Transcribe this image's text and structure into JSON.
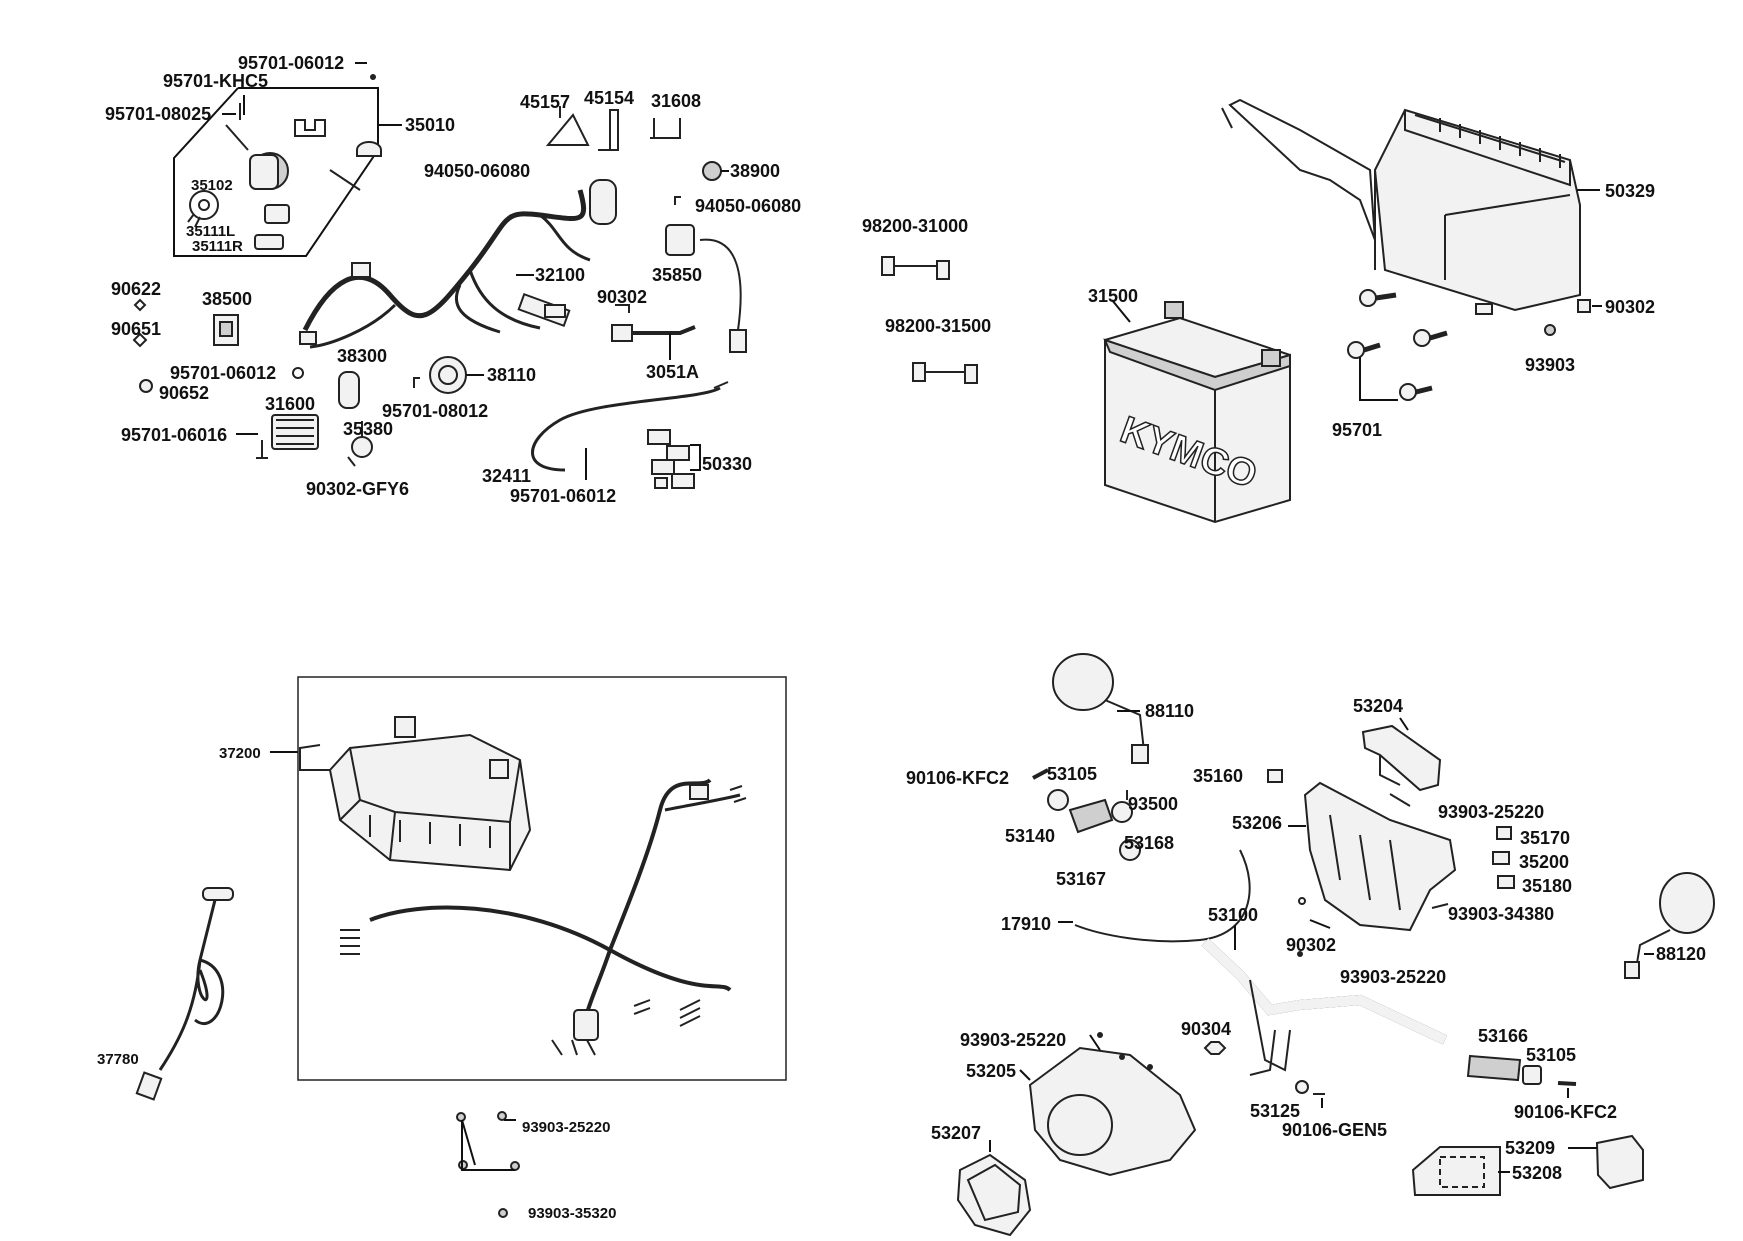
{
  "diagram": {
    "part_numbers": [
      "95701-06012",
      "95701-KHC5",
      "95701-08025",
      "35010",
      "35102",
      "35111L",
      "35111R",
      "45157",
      "45154",
      "31608",
      "94050-06080",
      "38900",
      "94050-06080",
      "32100",
      "35850",
      "90622",
      "38500",
      "90651",
      "90302",
      "3051A",
      "95701-06012",
      "38300",
      "38110",
      "90652",
      "31600",
      "95701-08012",
      "35380",
      "95701-06016",
      "90302-GFY6",
      "32411",
      "95701-06012",
      "50330",
      "98200-31000",
      "98200-31500",
      "50329",
      "31500",
      "90302",
      "93903",
      "95701",
      "37200",
      "37780",
      "93903-25220",
      "93903-35320",
      "88110",
      "53204",
      "90106-KFC2",
      "53105",
      "35160",
      "93500",
      "93903-25220",
      "53140",
      "53168",
      "53206",
      "35170",
      "35200",
      "53167",
      "35180",
      "17910",
      "93903-34380",
      "53100",
      "90302",
      "88120",
      "93903-25220",
      "93903-25220",
      "90304",
      "53205",
      "53166",
      "53105",
      "53207",
      "53125",
      "90106-KFC2",
      "90106-GEN5",
      "53209",
      "53208"
    ],
    "battery_brand": "KYMCO"
  }
}
